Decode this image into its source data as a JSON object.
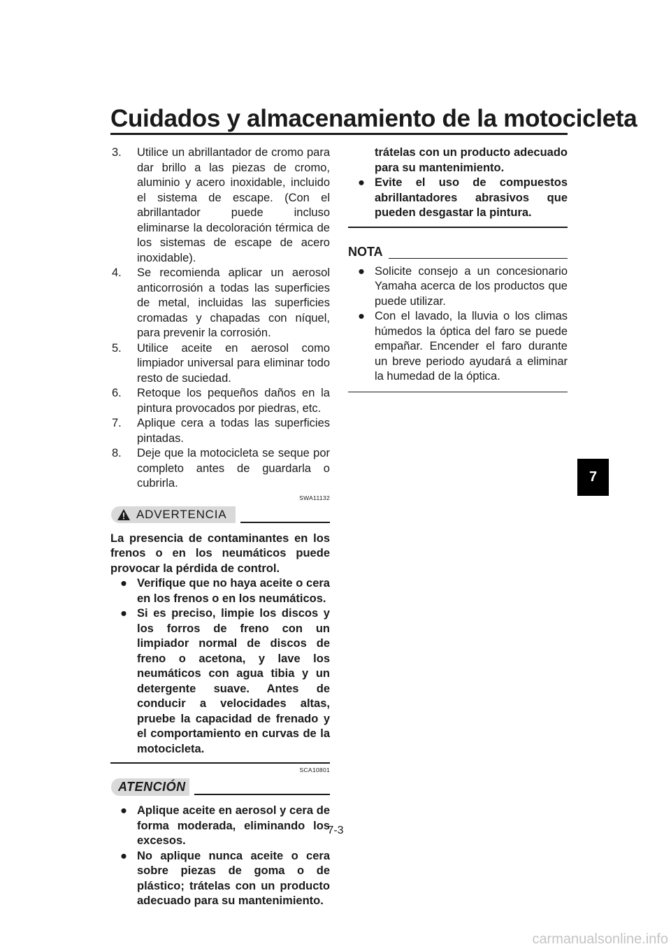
{
  "header": {
    "title": "Cuidados y almacenamiento de la motocicleta"
  },
  "steps": [
    {
      "num": "3.",
      "text": "Utilice un abrillantador de cromo para dar brillo a las piezas de cromo, aluminio y acero inoxidable, incluido el sistema de escape. (Con el abrillantador puede incluso eliminarse la decoloración térmica de los sistemas de escape de acero inoxidable)."
    },
    {
      "num": "4.",
      "text": "Se recomienda aplicar un aerosol anticorrosión a todas las superficies de metal, incluidas las superficies cromadas y chapadas con níquel, para prevenir la corrosión."
    },
    {
      "num": "5.",
      "text": "Utilice aceite en aerosol como limpiador universal para eliminar todo resto de suciedad."
    },
    {
      "num": "6.",
      "text": "Retoque los pequeños daños en la pintura provocados por piedras, etc."
    },
    {
      "num": "7.",
      "text": "Aplique cera a todas las superficies pintadas."
    },
    {
      "num": "8.",
      "text": "Deje que la motocicleta se seque por completo antes de guardarla o cubrirla."
    }
  ],
  "warning": {
    "code": "SWA11132",
    "label": "ADVERTENCIA",
    "intro": "La presencia de contaminantes en los frenos o en los neumáticos puede provocar la pérdida de control.",
    "bullets": [
      "Verifique que no haya aceite o cera en los frenos o en los neumáticos.",
      "Si es preciso, limpie los discos y los forros de freno con un limpiador normal de discos de freno o acetona, y lave los neumáticos con agua tibia y un detergente suave. Antes de conducir a velocidades altas, pruebe la capacidad de frenado y el comportamiento en curvas de la motocicleta."
    ]
  },
  "notice": {
    "code": "SCA10801",
    "label": "ATENCIÓN",
    "bullets": [
      "Aplique aceite en aerosol y cera de forma moderada, eliminando los excesos.",
      "No aplique nunca aceite o cera sobre piezas de goma o de plástico; trátelas con un producto adecuado para su mantenimiento.",
      "Evite el uso de compuestos abrillantadores abrasivos que pueden desgastar la pintura."
    ]
  },
  "nota": {
    "label": "NOTA",
    "bullets": [
      "Solicite consejo a un concesionario Yamaha acerca de los productos que puede utilizar.",
      "Con el lavado, la lluvia o los climas húmedos la óptica del faro se puede empañar. Encender el faro durante un breve periodo ayudará a eliminar la humedad de la óptica."
    ]
  },
  "page_number": "7-3",
  "chapter_tab": "7",
  "watermark": "carmanualsonline.info",
  "icons": {
    "bullet": "●",
    "warning": "warning-triangle-icon"
  }
}
